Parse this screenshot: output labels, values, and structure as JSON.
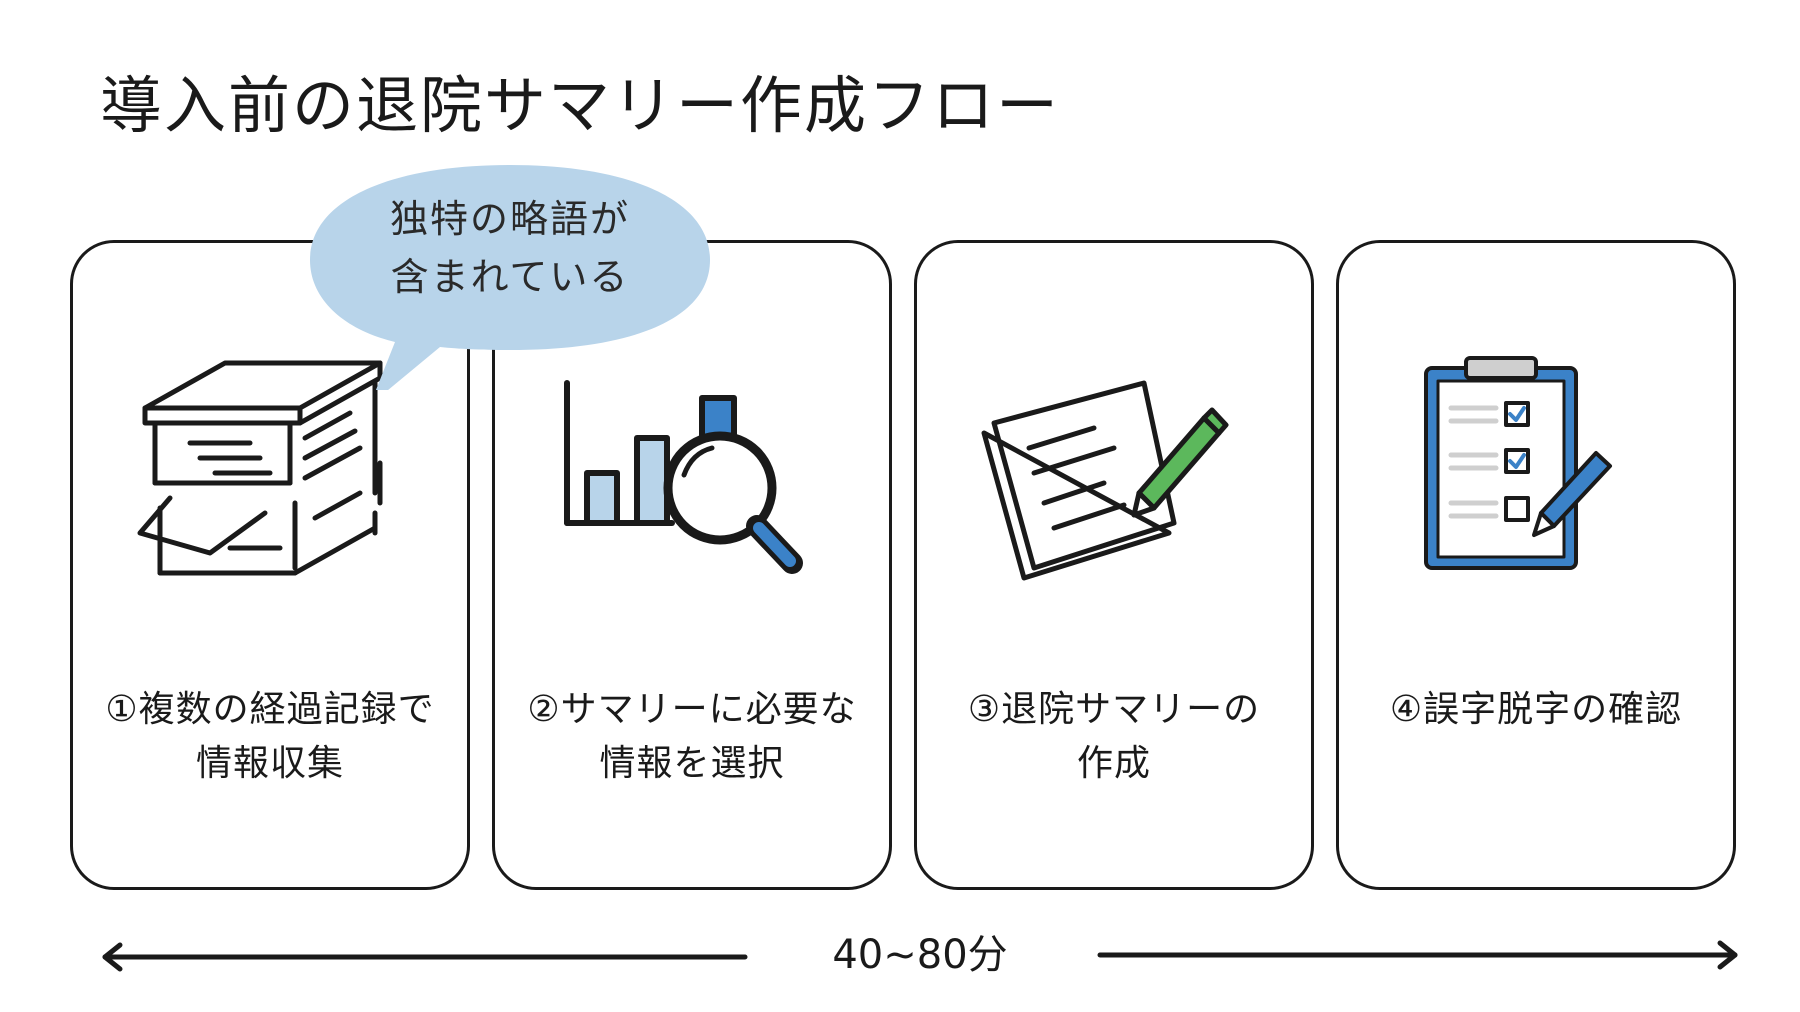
{
  "title": "導入前の退院サマリー作成フロー",
  "callout": {
    "line1": "独特の略語が",
    "line2": "含まれている",
    "color": "#b8d4ea"
  },
  "steps": [
    {
      "line1": "①複数の経過記録で",
      "line2": "情報収集",
      "icon": "document-stack-icon"
    },
    {
      "line1": "②サマリーに必要な",
      "line2": "情報を選択",
      "icon": "chart-magnifier-icon"
    },
    {
      "line1": "③退院サマリーの",
      "line2": "作成",
      "icon": "document-pencil-icon"
    },
    {
      "line1": "④誤字脱字の確認",
      "line2": "",
      "icon": "clipboard-checklist-icon"
    }
  ],
  "duration": "40~80分",
  "colors": {
    "accent_blue": "#3b82c8",
    "light_blue": "#b8d4ea",
    "pencil_green": "#5cb85c",
    "line": "#1a1a1a"
  }
}
